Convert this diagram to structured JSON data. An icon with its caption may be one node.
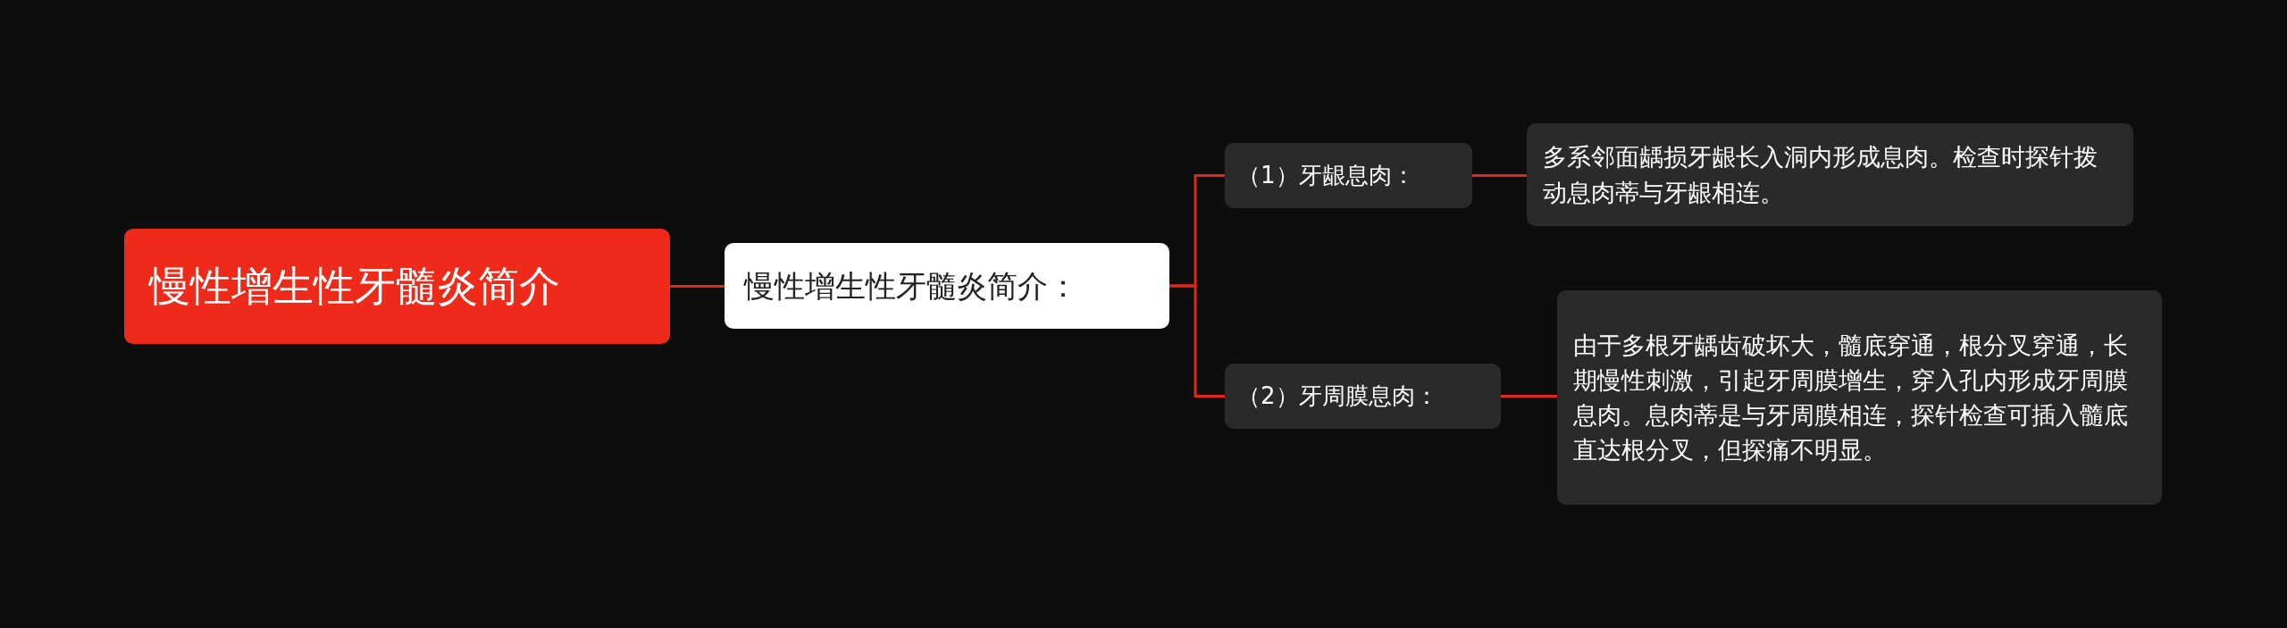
{
  "diagram": {
    "nodes": [
      {
        "text": [
          "慢性增生性牙髓炎简介"
        ]
      },
      {
        "text": [
          "慢性增生性牙髓炎简介："
        ]
      },
      {
        "text": [
          "（1）牙龈息肉："
        ]
      },
      {
        "text": [
          "多系邻面龋损牙龈长入洞内形成息肉。检查时探针拨动息肉蒂与牙龈相连。"
        ]
      },
      {
        "text": [
          "（2）牙周膜息肉："
        ]
      },
      {
        "text": [
          "由于多根牙龋齿破坏大，髓底穿通，根分叉穿通，长期慢性刺激，引起牙周膜增生，穿入孔内形成牙周膜息肉。息肉蒂是与牙周膜相连，探针检查可插入髓底直达根分叉，但探痛不明显。"
        ]
      }
    ],
    "edges": [
      {
        "from": 0,
        "to": 1,
        "arrow": "none"
      },
      {
        "from": 1,
        "to": 2,
        "arrow": "none"
      },
      {
        "from": 1,
        "to": 4,
        "arrow": "none"
      },
      {
        "from": 2,
        "to": 3,
        "arrow": "none"
      },
      {
        "from": 4,
        "to": 5,
        "arrow": "none"
      }
    ]
  }
}
